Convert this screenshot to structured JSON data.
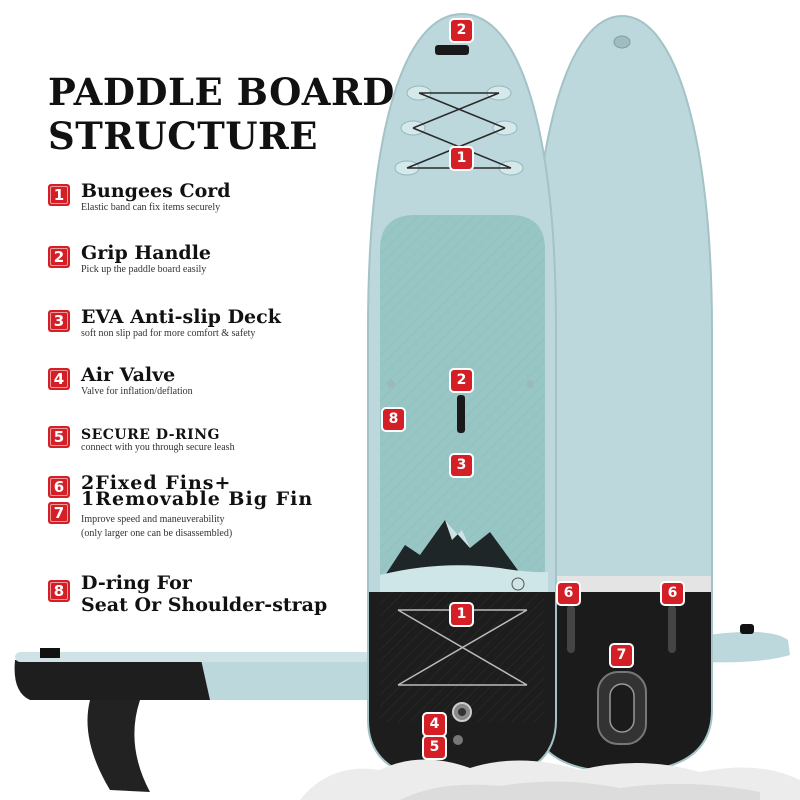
{
  "title": {
    "line1": "PADDLE BOARD",
    "line2": "STRUCTURE"
  },
  "features": [
    {
      "num": "1",
      "title": "Bungees Cord",
      "subtitle": "Elastic band can fix items securely"
    },
    {
      "num": "2",
      "title": "Grip Handle",
      "subtitle": "Pick up the paddle board easily"
    },
    {
      "num": "3",
      "title": "EVA Anti-slip Deck",
      "subtitle": "soft non slip pad for more comfort & safety"
    },
    {
      "num": "4",
      "title": "Air Valve",
      "subtitle": "Valve for inflation/deflation"
    },
    {
      "num": "5",
      "title": "SECURE  D-RING",
      "subtitle": "connect with you through secure leash"
    },
    {
      "num": "6",
      "title": "2Fixed Fins+"
    },
    {
      "num": "7",
      "title": "1Removable Big Fin",
      "subtitle": "Improve speed and maneuverability",
      "subtitle2": "(only larger one can be disassembled)"
    },
    {
      "num": "8",
      "title": "D-ring For",
      "title2": "Seat Or Shoulder-strap"
    }
  ],
  "callouts": {
    "deck_top_handle": "2",
    "deck_top_bungee": "1",
    "deck_side_ring": "8",
    "deck_mid_handle": "2",
    "deck_pad": "3",
    "deck_tail_bungee": "1",
    "tail_valve": "4",
    "tail_dring": "5",
    "bottom_fin_left": "6",
    "bottom_fin_right": "6",
    "bottom_center_fin": "7"
  },
  "colors": {
    "board": "#bcd8dc",
    "board_edge": "#a9c9cd",
    "pad": "#96c5c4",
    "tail": "#1d1d1d",
    "badge": "#d41f26"
  }
}
